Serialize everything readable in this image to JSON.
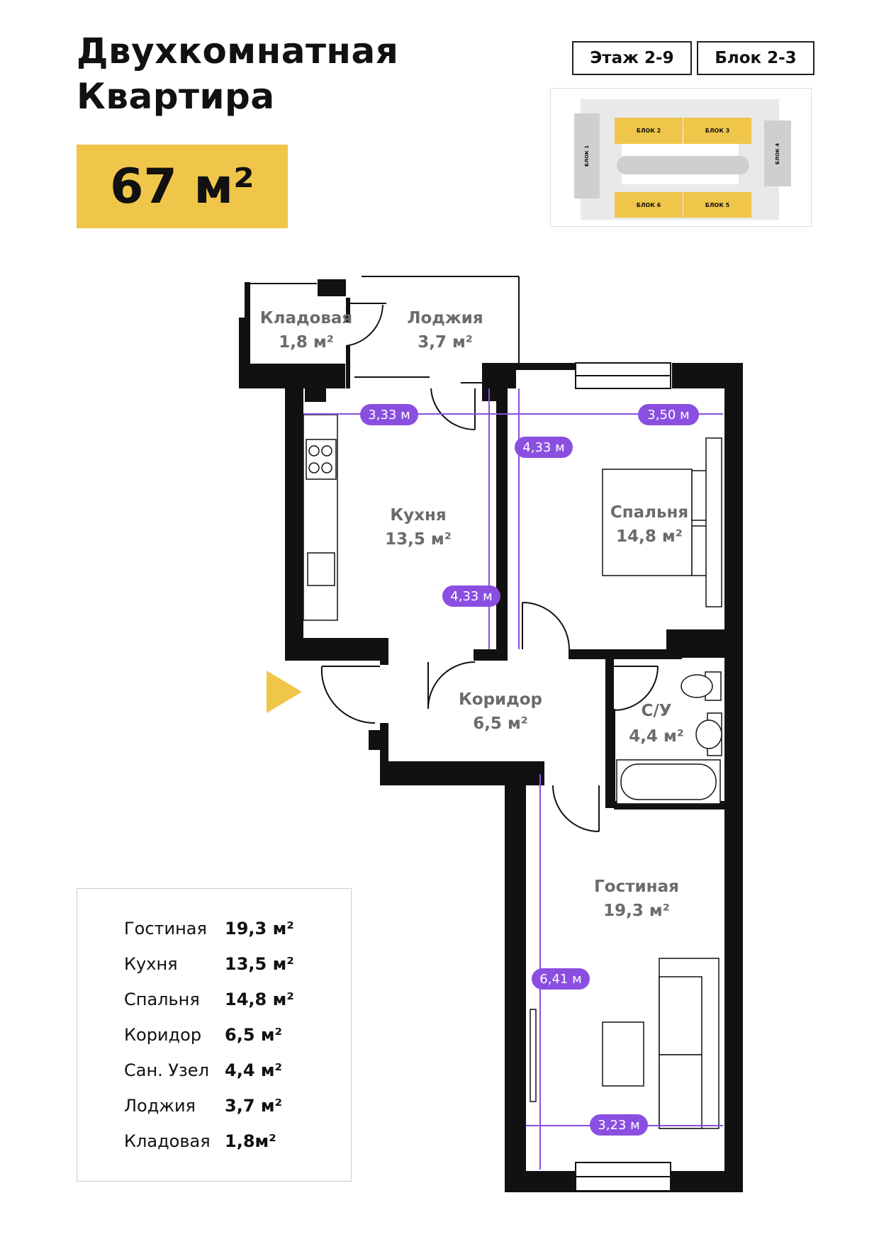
{
  "header": {
    "title_line1": "Двухкомнатная",
    "title_line2": "Квартира",
    "area": "67 м²",
    "floor": "Этаж 2-9",
    "block": "Блок 2-3"
  },
  "minimap": {
    "blocks": [
      "БЛОК 1",
      "БЛОК 2",
      "БЛОК 3",
      "БЛОК 4",
      "БЛОК 5",
      "БЛОК 6"
    ]
  },
  "rooms": {
    "storage": {
      "name": "Кладовая",
      "area": "1,8 м²"
    },
    "loggia": {
      "name": "Лоджия",
      "area": "3,7 м²"
    },
    "kitchen": {
      "name": "Кухня",
      "area": "13,5 м²"
    },
    "bedroom": {
      "name": "Спальня",
      "area": "14,8 м²"
    },
    "corridor": {
      "name": "Коридор",
      "area": "6,5 м²"
    },
    "bathroom": {
      "name": "С/У",
      "area": "4,4 м²"
    },
    "living": {
      "name": "Гостиная",
      "area": "19,3 м²"
    }
  },
  "dimensions": {
    "kitchen_width": "3,33 м",
    "bedroom_width": "3,50 м",
    "bedroom_depth": "4,33 м",
    "kitchen_depth": "4,33 м",
    "living_depth": "6,41 м",
    "living_width": "3,23 м"
  },
  "legend": [
    {
      "name": "Гостиная",
      "value": "19,3 м²"
    },
    {
      "name": "Кухня",
      "value": "13,5 м²"
    },
    {
      "name": "Спальня",
      "value": "14,8 м²"
    },
    {
      "name": "Коридор",
      "value": "6,5 м²"
    },
    {
      "name": "Сан. Узел",
      "value": "4,4 м²"
    },
    {
      "name": "Лоджия",
      "value": "3,7 м²"
    },
    {
      "name": "Кладовая",
      "value": "1,8м²"
    }
  ],
  "colors": {
    "accent": "#f0c64a",
    "dimension": "#8a4fe0",
    "wall": "#111111"
  }
}
